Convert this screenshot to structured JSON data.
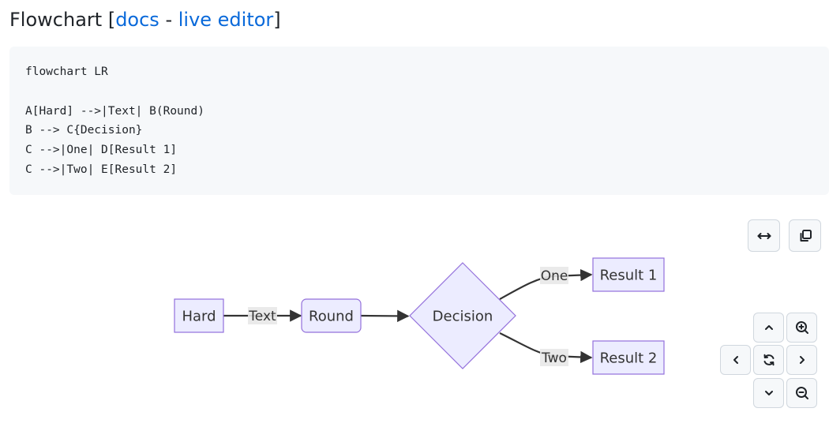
{
  "header": {
    "title": "Flowchart",
    "bracket_open": " [",
    "docs_link": "docs",
    "separator": " - ",
    "live_editor_link": "live editor",
    "bracket_close": "]"
  },
  "code": {
    "lines": [
      "flowchart LR",
      "",
      "A[Hard] -->|Text| B(Round)",
      "B --> C{Decision}",
      "C -->|One| D[Result 1]",
      "C -->|Two| E[Result 2]"
    ]
  },
  "diagram": {
    "nodes": {
      "hard": "Hard",
      "round": "Round",
      "decision": "Decision",
      "result1": "Result 1",
      "result2": "Result 2"
    },
    "edges": {
      "text": "Text",
      "one": "One",
      "two": "Two"
    },
    "colors": {
      "node_fill": "#ECECFF",
      "node_stroke": "#9370DB",
      "edge": "#333333"
    }
  },
  "controls": {
    "expand": "expand-horizontal-icon",
    "copy": "copy-icon",
    "pan_up": "chevron-up-icon",
    "pan_down": "chevron-down-icon",
    "pan_left": "chevron-left-icon",
    "pan_right": "chevron-right-icon",
    "reset": "reset-icon",
    "zoom_in": "zoom-in-icon",
    "zoom_out": "zoom-out-icon"
  }
}
